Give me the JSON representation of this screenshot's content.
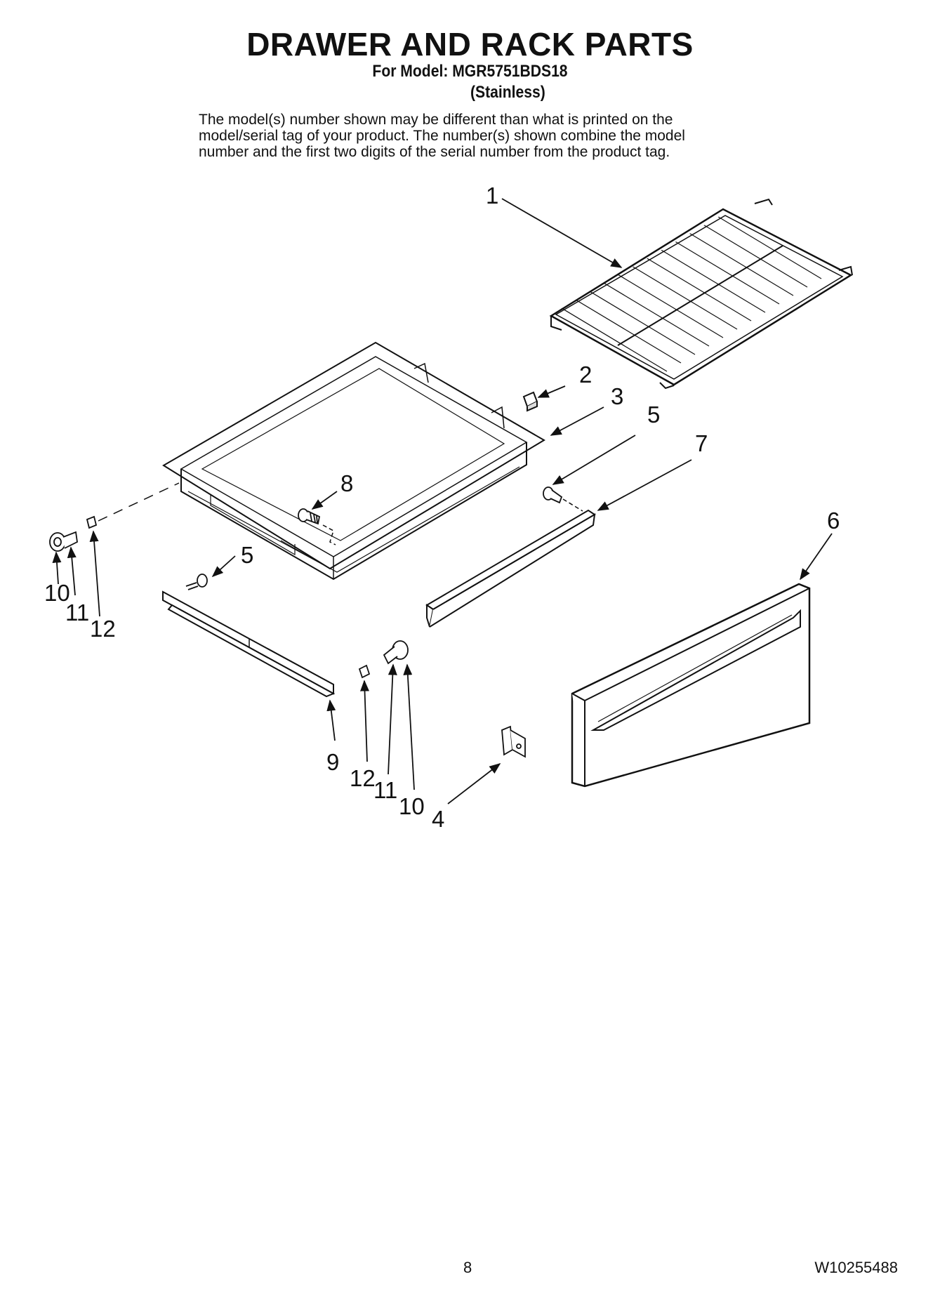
{
  "title": "DRAWER AND RACK PARTS",
  "model_line": "For Model: MGR5751BDS18",
  "variant": "(Stainless)",
  "notice": [
    "The model(s) number shown may be different than what is printed on the",
    "model/serial tag of your product. The number(s) shown combine the model",
    "number and the first two digits of the serial number from the product tag."
  ],
  "callouts": [
    "1",
    "2",
    "3",
    "5",
    "7",
    "8",
    "6",
    "10",
    "11",
    "12",
    "5",
    "9",
    "12",
    "11",
    "10",
    "4"
  ],
  "footer": {
    "page_number": "8",
    "document_number": "W10255488"
  }
}
